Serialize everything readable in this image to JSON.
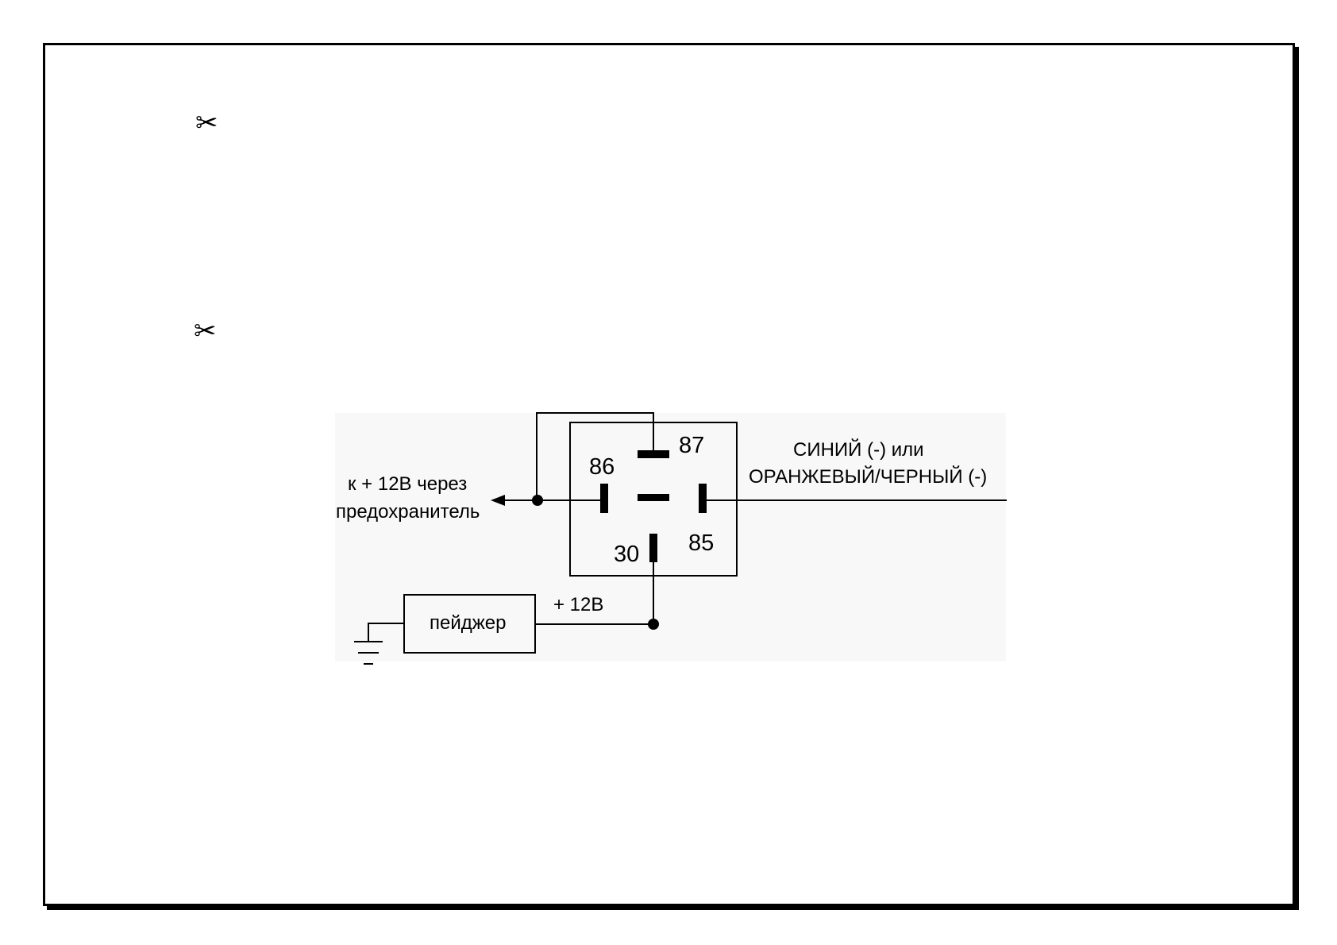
{
  "icons": {
    "bullet": "scissors-icon"
  },
  "relay": {
    "pins": {
      "p87": "87",
      "p86": "86",
      "p85": "85",
      "p30": "30"
    }
  },
  "labels": {
    "left_line1": "к + 12В через",
    "left_line2": "предохранитель",
    "right_line1": "СИНИЙ (-) или",
    "right_line2": "ОРАНЖЕВЫЙ/ЧЕРНЫЙ (-)",
    "pager": "пейджер",
    "plus12": "+ 12В"
  },
  "colors": {
    "line": "#000000",
    "background": "#ffffff",
    "diagram_bg": "#f8f8f8"
  }
}
